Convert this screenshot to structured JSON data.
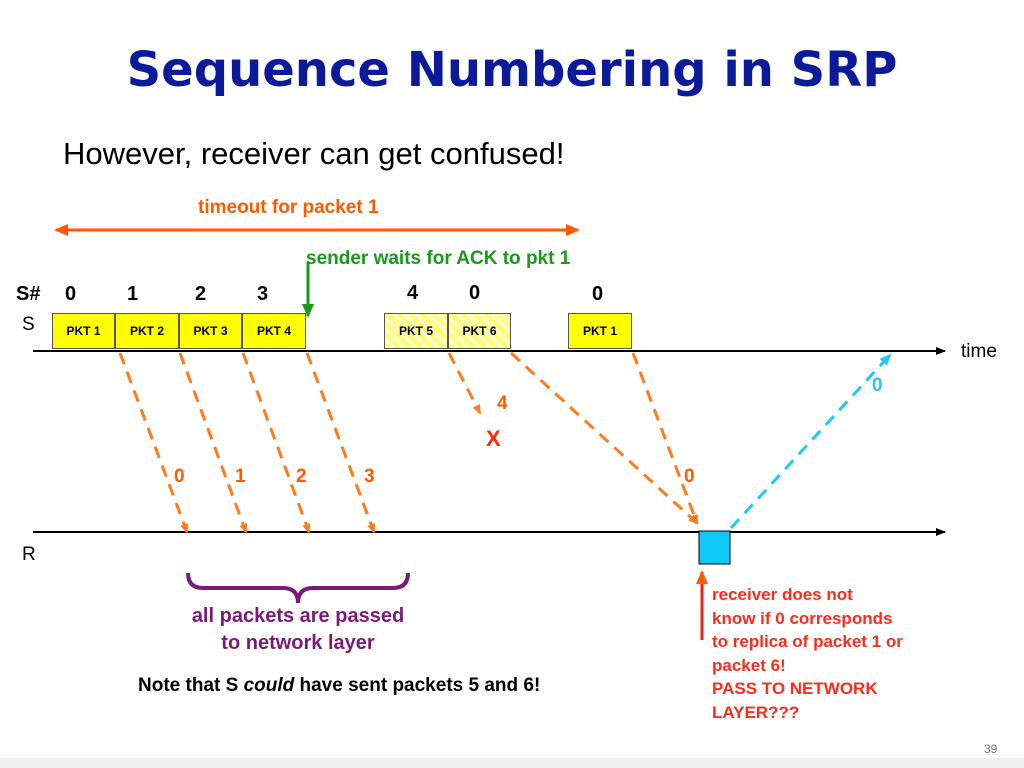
{
  "slide": {
    "title": "Sequence Numbering in SRP",
    "subtitle": "However, receiver can get confused!",
    "page_number": "39"
  },
  "diagram": {
    "timeout_label": "timeout for packet 1",
    "sender_waits_label": "sender waits for ACK to pkt 1",
    "sender_seq_prefix": "S#",
    "sender_seqs": [
      "0",
      "1",
      "2",
      "3",
      "4",
      "0",
      "0"
    ],
    "sender_label": "S",
    "receiver_label": "R",
    "time_label": "time",
    "packets": [
      "PKT  1",
      "PKT 2",
      "PKT 3",
      "PKT 4",
      "PKT 5",
      "PKT 6",
      "PKT 1"
    ],
    "arrival_labels": [
      "0",
      "1",
      "2",
      "3",
      "0"
    ],
    "lost_seq_label": "4",
    "lost_mark": "X",
    "ack_label": "0",
    "bracket_text_line1": "all packets are passed",
    "bracket_text_line2": "to network layer",
    "note_prefix": "Note that S ",
    "note_emphasis": "could",
    "note_suffix": " have sent packets  5 and  6!",
    "receiver_note_lines": [
      "receiver does not",
      "know if 0 corresponds",
      "to replica of packet 1 or",
      "packet 6!",
      "PASS TO NETWORK",
      "LAYER???"
    ],
    "colors": {
      "title": "#0a1a99",
      "packet_arrows": "#ff7a1a",
      "timeout": "#ff5a00",
      "sender_waits": "#1a9a1a",
      "ack": "#22c8f0",
      "bracket": "#7a1a7a",
      "packet_fill": "#ffff00"
    }
  }
}
